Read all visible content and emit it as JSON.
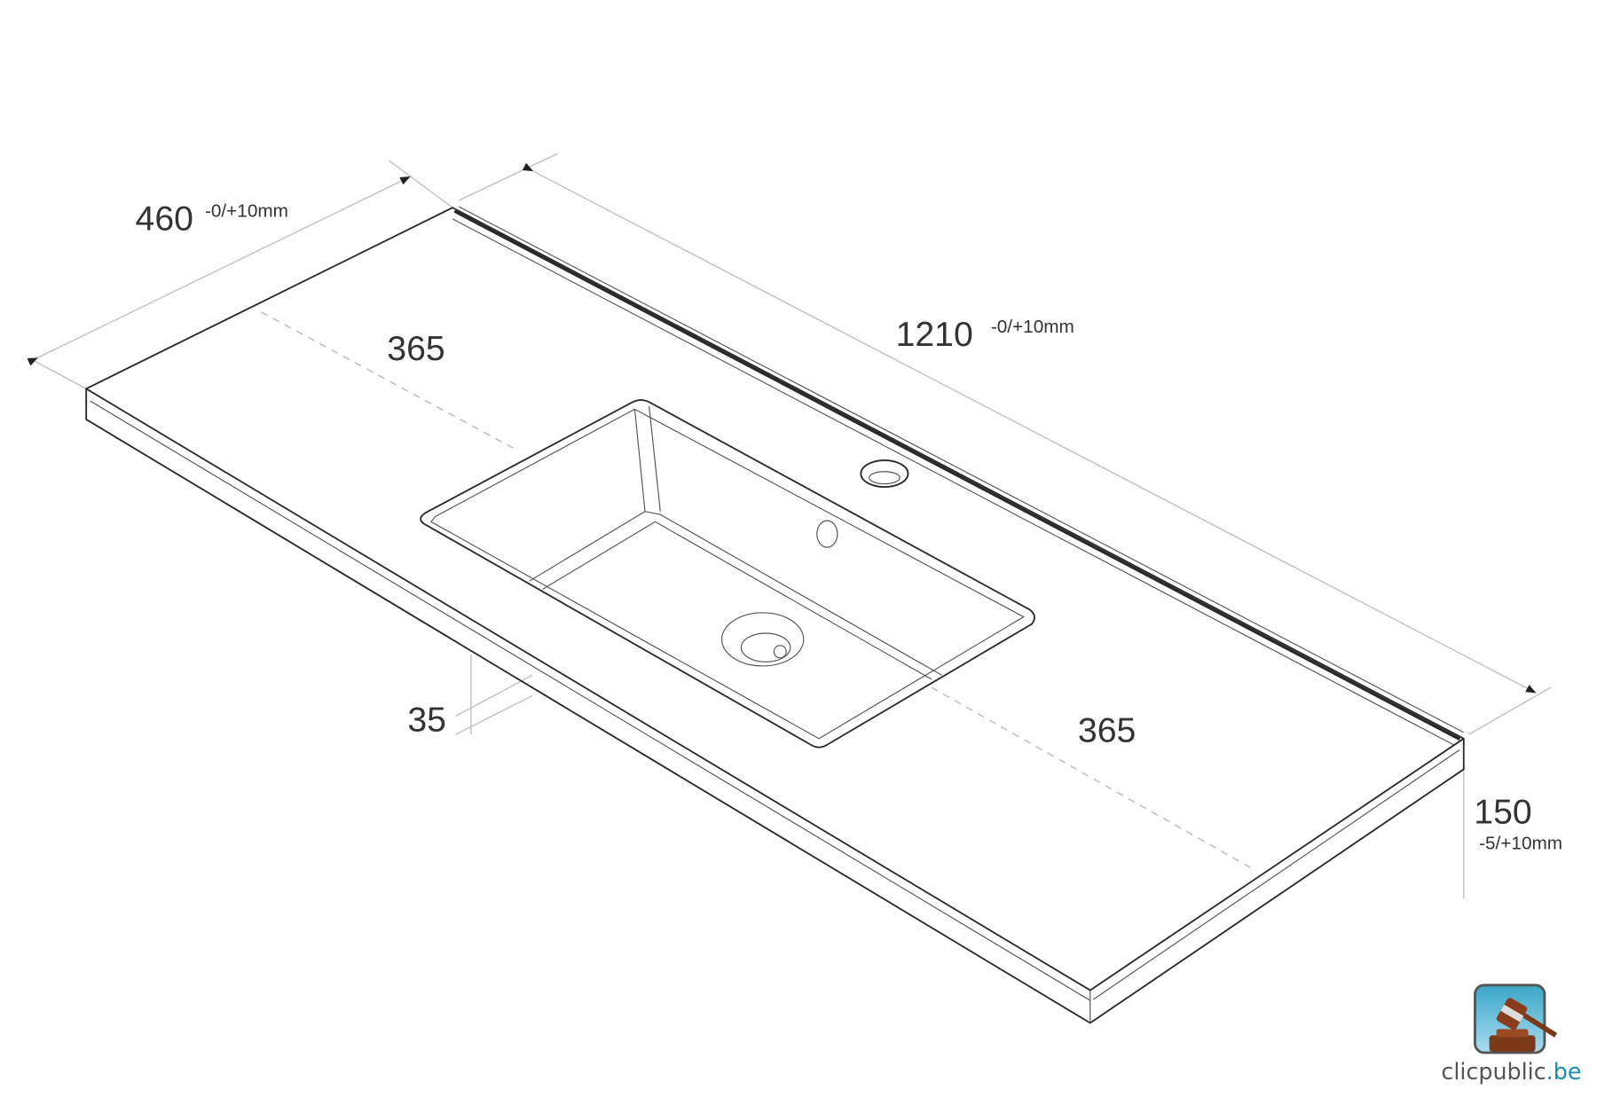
{
  "dimensions": {
    "depth": {
      "value": "460",
      "tolerance": "-0/+10mm"
    },
    "width": {
      "value": "1210",
      "tolerance": "-0/+10mm"
    },
    "left_offset": {
      "value": "365"
    },
    "right_offset": {
      "value": "365"
    },
    "thickness": {
      "value": "35"
    },
    "height": {
      "value": "150",
      "tolerance": "-5/+10mm"
    }
  },
  "logo": {
    "name": "clicpublic",
    "tld": ".be",
    "icon": "gavel-icon",
    "brand_color": "#1a8fb0"
  }
}
